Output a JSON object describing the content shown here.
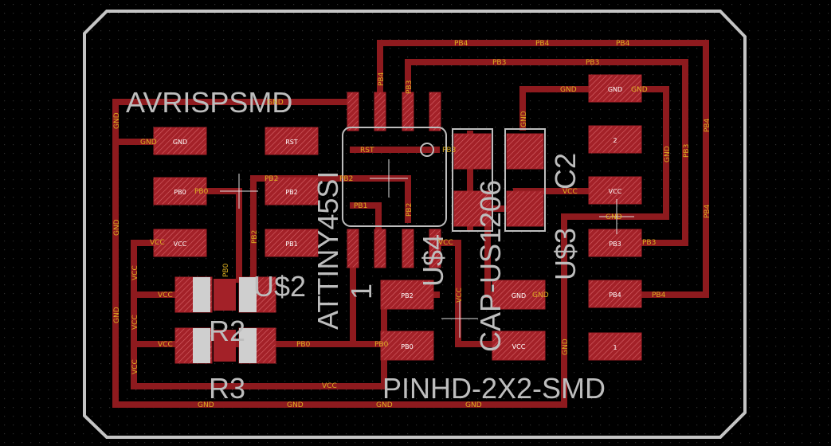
{
  "colors": {
    "background": "#000000",
    "grid_dot": "#2d2d2d",
    "outline": "#c4c4c4",
    "trace": "#8e1a1e",
    "pad_fill": "#a32128",
    "pad_hatch": "#d8646a",
    "net_label": "#ddb021",
    "silk": "#bdbdbd",
    "small_label": "#ffffff"
  },
  "silkscreen": {
    "avrisp": "AVRISPSMD",
    "attiny": "ATTINY45SI",
    "u4": "U$4",
    "u4_pin1": "1",
    "u2": "U$2",
    "r2": "R2",
    "r3": "R3",
    "cap": "CAP-US1206",
    "c2": "C2",
    "u3": "U$3",
    "pinhd": "PINHD-2X2-SMD"
  },
  "pads": {
    "avr_gnd": "GND",
    "avr_rst": "RST",
    "avr_pb0": "PB0",
    "avr_pb2": "PB2",
    "avr_vcc": "VCC",
    "avr_pb1": "PB1",
    "hdr_pb2": "PB2",
    "hdr_gnd": "GND",
    "hdr_pb0": "PB0",
    "hdr_vcc": "VCC",
    "u3_gnd": "GND",
    "u3_vcc": "VCC",
    "u3_pb3": "PB3",
    "u3_pb4": "PB4",
    "u3_p1": "1",
    "u3_p2": "2"
  },
  "nets": {
    "pb4": "PB4",
    "pb3": "PB3",
    "pb2": "PB2",
    "pb1": "PB1",
    "pb0": "PB0",
    "gnd": "GND",
    "vcc": "VCC",
    "rst": "RST"
  }
}
